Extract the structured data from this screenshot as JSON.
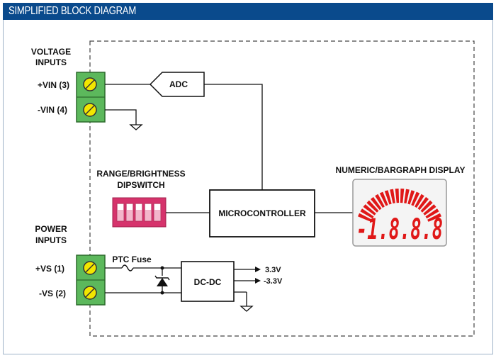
{
  "header": {
    "title": "SIMPLIFIED BLOCK DIAGRAM"
  },
  "voltage_inputs": {
    "title_line1": "VOLTAGE",
    "title_line2": "INPUTS",
    "pin_pos": "+VIN (3)",
    "pin_neg": "-VIN (4)"
  },
  "adc": {
    "label": "ADC"
  },
  "dipswitch": {
    "title_line1": "RANGE/BRIGHTNESS",
    "title_line2": "DIPSWITCH"
  },
  "mcu": {
    "label": "MICROCONTROLLER"
  },
  "display": {
    "title": "NUMERIC/BARGRAPH DISPLAY",
    "digits": "-1.8.8.8"
  },
  "power_inputs": {
    "title_line1": "POWER",
    "title_line2": "INPUTS",
    "pin_pos": "+VS (1)",
    "pin_neg": "-VS (2)"
  },
  "fuse": {
    "label": "PTC Fuse"
  },
  "dcdc": {
    "label": "DC-DC",
    "out_pos": "3.3V",
    "out_neg": "-3.3V"
  },
  "colors": {
    "header": "#0a4a8c",
    "terminal": "#5cb85c",
    "screw": "#f2e600",
    "dipswitch": "#d6336c",
    "display_red": "#e01818"
  }
}
